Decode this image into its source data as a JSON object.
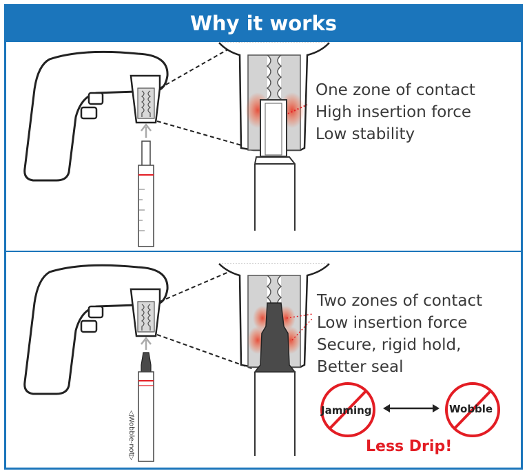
{
  "header": {
    "title": "Why it works"
  },
  "colors": {
    "brand_blue": "#1b75bb",
    "accent_red": "#e31d24",
    "contact_glow": "#f26d4b",
    "grey_fill": "#d3d3d3",
    "dark_tip": "#4a4a4a"
  },
  "top_panel": {
    "lines": [
      "One zone of contact",
      "High insertion force",
      "Low stability"
    ]
  },
  "bottom_panel": {
    "lines": [
      "Two zones of contact",
      "Low insertion force",
      "Secure, rigid hold,",
      "Better seal"
    ],
    "pipette_label": "◁Wobble-not▷",
    "badges": {
      "left": "Jamming",
      "right": "Wobble"
    },
    "result": "Less Drip!"
  },
  "icons": [
    "pipette-controller-icon",
    "serological-pipette-icon",
    "no-sign-icon",
    "double-arrow-icon"
  ]
}
